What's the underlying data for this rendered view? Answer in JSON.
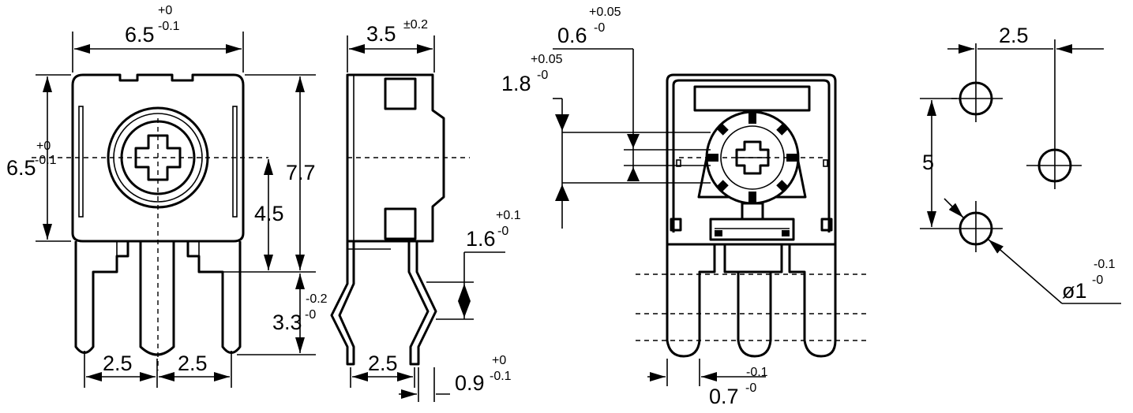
{
  "views": {
    "front": {
      "width_dim": "6.5",
      "width_tol_upper": "+0",
      "width_tol_lower": "-0.1",
      "height_dim": "6.5",
      "height_tol_upper": "+0",
      "height_tol_lower": "-0.1",
      "total_height": "7.7",
      "center_height": "4.5",
      "pin_length": "3.3",
      "pin_length_tol": "-0.2",
      "pin_length_tol_lower": "-0",
      "pitch_left": "2.5",
      "pitch_right": "2.5"
    },
    "side": {
      "depth_dim": "3.5",
      "depth_tol": "±0.2",
      "kink_dim": "1.6",
      "kink_tol_upper": "+0.1",
      "kink_tol_lower": "-0",
      "pin_pitch": "2.5",
      "pin_thickness": "0.9",
      "pin_thickness_tol_upper": "+0",
      "pin_thickness_tol_lower": "-0.1"
    },
    "rear": {
      "slot_width": "0.6",
      "slot_width_tol_upper": "+0.05",
      "slot_width_tol_lower": "-0",
      "slot_height": "1.8",
      "slot_height_tol_upper": "+0.05",
      "slot_height_tol_lower": "-0",
      "pin_width": "0.7",
      "pin_width_tol_upper": "-0.1",
      "pin_width_tol_lower": "-0"
    },
    "footprint": {
      "pitch_h": "2.5",
      "pitch_v": "5",
      "hole_dia": "ø1",
      "hole_tol_upper": "-0.1",
      "hole_tol_lower": "-0"
    }
  }
}
